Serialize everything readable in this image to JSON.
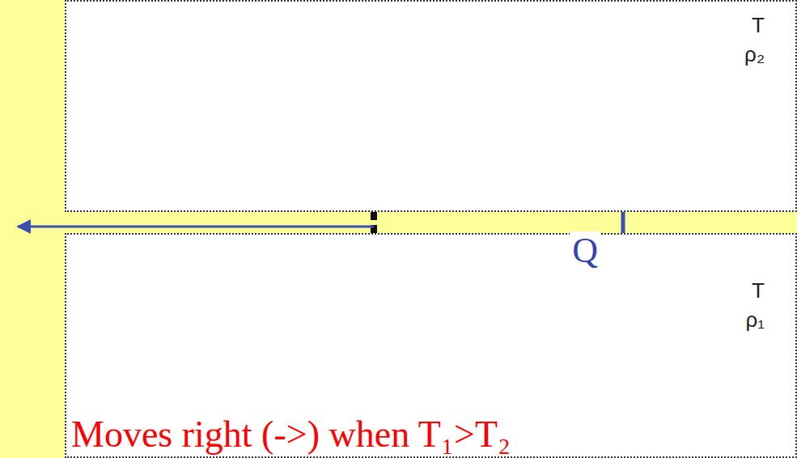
{
  "diagram": {
    "nodes": [
      {
        "text": [
          "T",
          "ρ₂"
        ]
      },
      {
        "text": [
          "T",
          "ρ₁"
        ]
      }
    ],
    "edges": [
      {
        "from": 0,
        "to": 1,
        "arrow": "to",
        "label": "Q"
      }
    ],
    "labels": [
      "Moves right (->) when T₁>T₂"
    ]
  }
}
